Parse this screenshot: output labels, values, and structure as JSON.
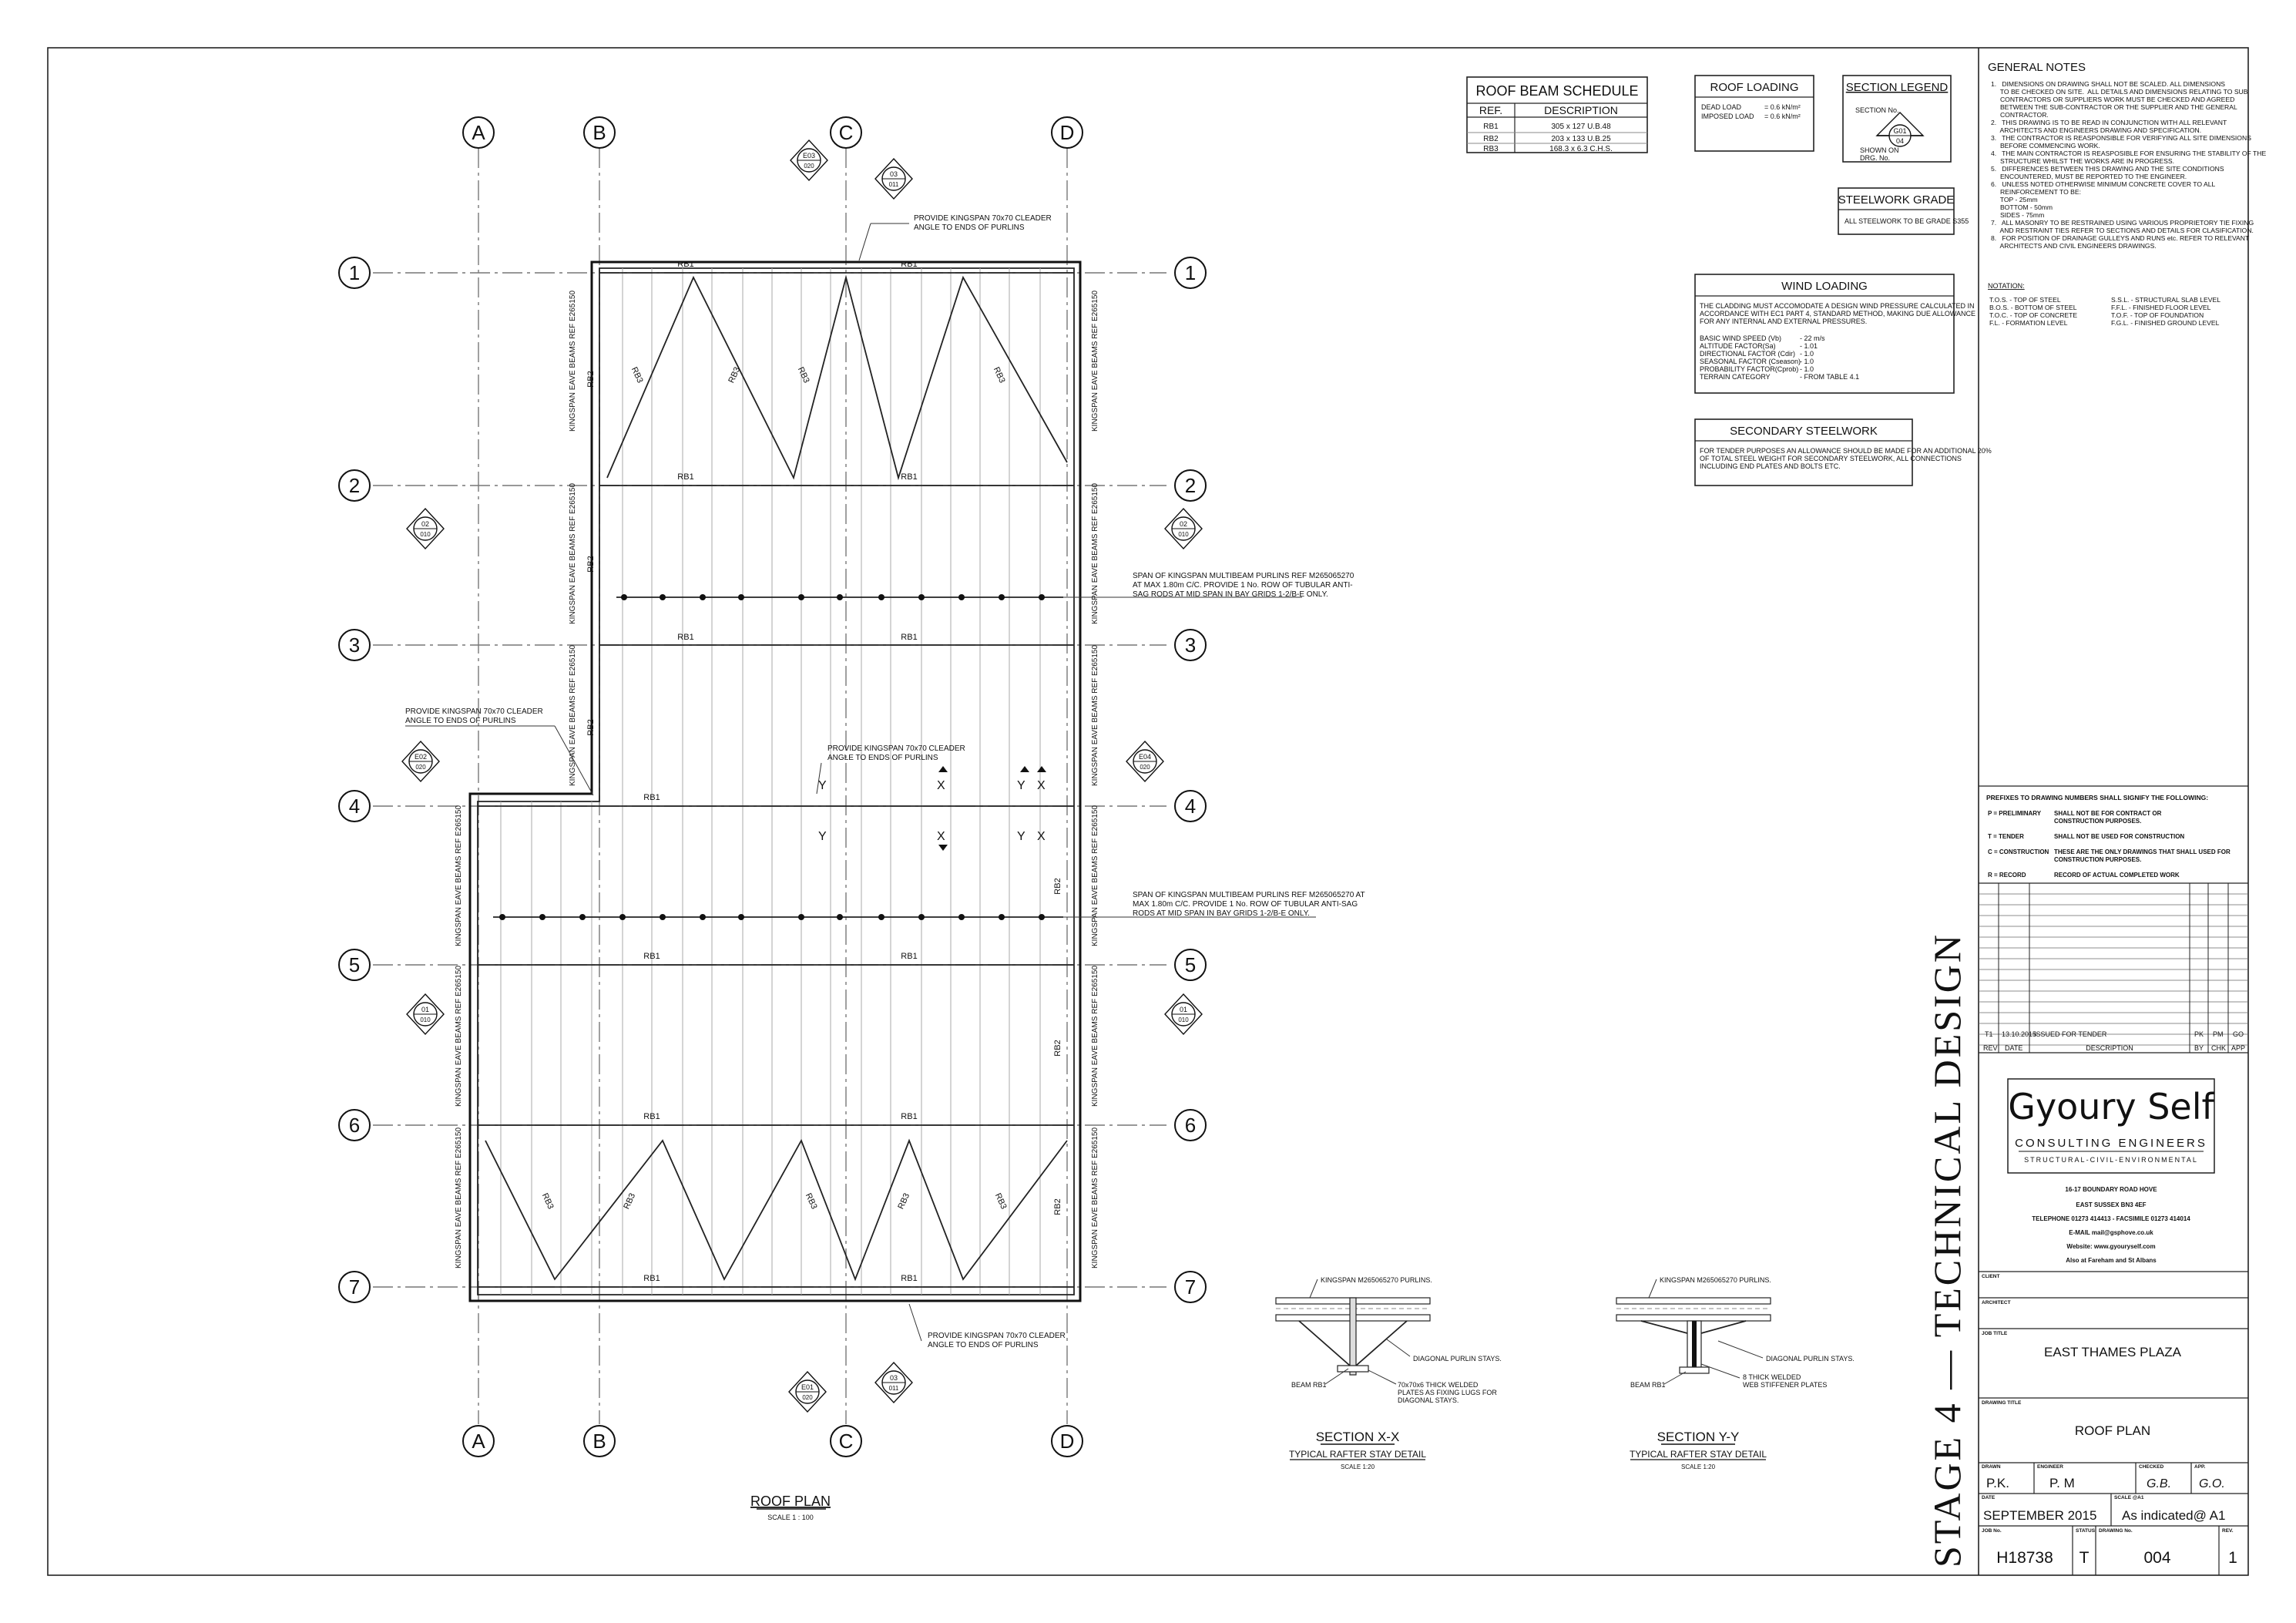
{
  "plan": {
    "grid_columns": [
      "A",
      "B",
      "C",
      "D"
    ],
    "grid_rows": [
      "1",
      "2",
      "3",
      "4",
      "5",
      "6",
      "7"
    ],
    "beam_ref_rb1": "RB1",
    "beam_ref_rb2": "RB2",
    "beam_ref_rb3": "RB3",
    "eave_beam_note": "KINGSPAN EAVE BEAMS REF E265150",
    "cleader_note_1": "PROVIDE KINGSPAN 70x70 CLEADER",
    "cleader_note_2": "ANGLE TO ENDS OF PURLINS",
    "purlin_span_a_1": "SPAN OF KINGSPAN MULTIBEAM PURLINS REF M265065270",
    "purlin_span_a_2": "AT MAX 1.80m C/C. PROVIDE 1 No. ROW OF TUBULAR ANTI-",
    "purlin_span_a_3": "SAG RODS AT MID SPAN IN BAY GRIDS 1-2/B-E ONLY.",
    "purlin_span_b_1": "SPAN OF KINGSPAN MULTIBEAM PURLINS REF M265065270 AT",
    "purlin_span_b_2": "MAX 1.80m C/C. PROVIDE 1 No. ROW OF TUBULAR ANTI-SAG",
    "purlin_span_b_3": "RODS AT MID SPAN IN BAY GRIDS 1-2/B-E ONLY.",
    "section_marks": [
      {
        "ref": "E03",
        "sheet": "020"
      },
      {
        "ref": "03",
        "sheet": "011"
      },
      {
        "ref": "02",
        "sheet": "010"
      },
      {
        "ref": "E02",
        "sheet": "020"
      },
      {
        "ref": "E04",
        "sheet": "020"
      },
      {
        "ref": "01",
        "sheet": "010"
      },
      {
        "ref": "E01",
        "sheet": "020"
      }
    ],
    "title": "ROOF PLAN",
    "scale": "SCALE 1 : 100"
  },
  "roof_beam_schedule": {
    "title": "ROOF BEAM SCHEDULE",
    "headers": [
      "REF.",
      "DESCRIPTION"
    ],
    "rows": [
      [
        "RB1",
        "305 x 127 U.B.48"
      ],
      [
        "RB2",
        "203 x 133 U.B.25"
      ],
      [
        "RB3",
        "168.3 x 6.3 C.H.S."
      ]
    ]
  },
  "roof_loading": {
    "title": "ROOF LOADING",
    "dead_label": "DEAD LOAD",
    "dead_value": "=  0.6 kN/m²",
    "imposed_label": "IMPOSED LOAD",
    "imposed_value": "=  0.6 kN/m²"
  },
  "section_legend": {
    "title": "SECTION LEGEND",
    "section_no": "SECTION No.",
    "ref": "G01",
    "drg": "04",
    "shown_on": "SHOWN ON",
    "drg_no": "DRG. No."
  },
  "steelwork_grade": {
    "title": "STEELWORK GRADE",
    "text": "ALL STEELWORK TO BE GRADE S355"
  },
  "wind_loading": {
    "title": "WIND LOADING",
    "intro": [
      "THE CLADDING MUST ACCOMODATE A DESIGN WIND PRESSURE CALCULATED IN",
      "ACCORDANCE WITH EC1 PART 4, STANDARD METHOD, MAKING DUE ALLOWANCE",
      "FOR ANY INTERNAL AND EXTERNAL PRESSURES."
    ],
    "params": [
      [
        "BASIC WIND SPEED (Vb)",
        "- 22 m/s"
      ],
      [
        "ALTITUDE FACTOR(Sa)",
        "- 1.01"
      ],
      [
        "DIRECTIONAL FACTOR (Cdir)",
        "- 1.0"
      ],
      [
        "SEASONAL FACTOR (Cseason)",
        "- 1.0"
      ],
      [
        "PROBABILITY FACTOR(Cprob)",
        "- 1.0"
      ],
      [
        "TERRAIN CATEGORY",
        "- FROM TABLE 4.1"
      ]
    ]
  },
  "secondary_steelwork": {
    "title": "SECONDARY STEELWORK",
    "lines": [
      "FOR TENDER PURPOSES AN ALLOWANCE SHOULD BE MADE FOR AN ADDITIONAL 20%",
      "OF TOTAL STEEL WEIGHT FOR SECONDARY STEELWORK, ALL CONNECTIONS",
      "INCLUDING END PLATES AND BOLTS ETC."
    ]
  },
  "section_xx": {
    "title": "SECTION X-X",
    "subtitle": "TYPICAL RAFTER STAY DETAIL",
    "scale": "SCALE 1:20",
    "purlins": "KINGSPAN M265065270 PURLINS.",
    "stays": "DIAGONAL PURLIN STAYS.",
    "beam": "BEAM RB1",
    "plates_1": "70x70x6 THICK WELDED",
    "plates_2": "PLATES AS FIXING LUGS FOR",
    "plates_3": "DIAGONAL STAYS."
  },
  "section_yy": {
    "title": "SECTION Y-Y",
    "subtitle": "TYPICAL RAFTER STAY DETAIL",
    "scale": "SCALE 1:20",
    "purlins": "KINGSPAN M265065270 PURLINS.",
    "stays": "DIAGONAL PURLIN STAYS.",
    "beam": "BEAM RB1",
    "plates_1": "8 THICK WELDED",
    "plates_2": "WEB STIFFENER PLATES"
  },
  "general_notes": {
    "title": "GENERAL NOTES",
    "lines": [
      "1.   DIMENSIONS ON DRAWING SHALL NOT BE SCALED. ALL DIMENSIONS",
      "     TO BE CHECKED ON SITE.  ALL DETAILS AND DIMENSIONS RELATING TO SUB",
      "     CONTRACTORS OR SUPPLIERS WORK MUST BE CHECKED AND AGREED",
      "     BETWEEN THE SUB-CONTRACTOR OR THE SUPPLIER AND THE GENERAL",
      "     CONTRACTOR.",
      "2.   THIS DRAWING IS TO BE READ IN CONJUNCTION WITH ALL RELEVANT",
      "     ARCHITECTS AND ENGINEERS DRAWING AND SPECIFICATION.",
      "3.   THE CONTRACTOR IS REASPONSIBLE FOR VERIFYING ALL SITE DIMENSIONS",
      "     BEFORE COMMENCING WORK.",
      "4.   THE MAIN CONTRACTOR IS REASPOSIBLE FOR ENSURING THE STABILITY OF THE",
      "     STRUCTURE WHILST THE WORKS ARE IN PROGRESS.",
      "5.   DIFFERENCES BETWEEN THIS DRAWING AND THE SITE CONDITIONS",
      "     ENCOUNTERED, MUST BE REPORTED TO THE ENGINEER.",
      "6.   UNLESS NOTED OTHERWISE MINIMUM CONCRETE COVER TO ALL",
      "     REINFORCEMENT TO BE:",
      "     TOP - 25mm",
      "     BOTTOM - 50mm",
      "     SIDES - 75mm",
      "7.   ALL MASONRY TO BE RESTRAINED USING VARIOUS PROPRIETORY TIE FIXING",
      "     AND RESTRAINT TIES REFER TO SECTIONS AND DETAILS FOR CLASIFICATION.",
      "8.   FOR POSITION OF DRAINAGE GULLEYS AND RUNS etc. REFER TO RELEVANT",
      "     ARCHITECTS AND CIVIL ENGINEERS DRAWINGS."
    ],
    "notation_title": "NOTATION:",
    "notation": [
      [
        "T.O.S. - TOP OF STEEL",
        "S.S.L. - STRUCTURAL SLAB LEVEL"
      ],
      [
        "B.O.S. - BOTTOM OF STEEL",
        "F.F.L. - FINISHED FLOOR LEVEL"
      ],
      [
        "T.O.C. - TOP OF CONCRETE",
        "T.O.F. - TOP OF FOUNDATION"
      ],
      [
        "F.L. - FORMATION LEVEL",
        "F.G.L. - FINISHED GROUND LEVEL"
      ]
    ]
  },
  "prefixes": {
    "title": "PREFIXES TO DRAWING NUMBERS SHALL SIGNIFY THE FOLLOWING:",
    "items": [
      [
        "P = PRELIMINARY",
        "SHALL NOT BE FOR CONTRACT OR",
        "CONSTRUCTION PURPOSES."
      ],
      [
        "T = TENDER",
        "SHALL NOT BE USED FOR CONSTRUCTION",
        ""
      ],
      [
        "C = CONSTRUCTION",
        "THESE ARE THE ONLY DRAWINGS THAT SHALL USED  FOR",
        "CONSTRUCTION PURPOSES."
      ],
      [
        "R = RECORD",
        "RECORD OF ACTUAL COMPLETED WORK",
        ""
      ]
    ]
  },
  "revisions": {
    "row": {
      "rev": "T1",
      "date": "13.10.2015",
      "desc": "ISSUED FOR TENDER",
      "by": "PK",
      "chk": "PM",
      "app": "GO"
    },
    "headers": {
      "rev": "REV",
      "date": "DATE",
      "desc": "DESCRIPTION",
      "by": "BY",
      "chk": "CHK",
      "app": "APP"
    }
  },
  "firm": {
    "logo_name": "Gyoury Self",
    "logo_sub": "CONSULTING ENGINEERS",
    "logo_tag": "STRUCTURAL-CIVIL-ENVIRONMENTAL",
    "address": [
      "16-17 BOUNDARY ROAD HOVE",
      "EAST SUSSEX BN3 4EF",
      "TELEPHONE 01273 414413 - FACSIMILE 01273 414014",
      "E-MAIL mail@gsphove.co.uk",
      "Website: www.gyouryself.com",
      "Also at Fareham and St Albans"
    ]
  },
  "title_block": {
    "client_label": "CLIENT",
    "architect_label": "ARCHITECT",
    "job_title_label": "JOB TITLE",
    "job_title": "EAST THAMES PLAZA",
    "drawing_title_label": "DRAWING TITLE",
    "drawing_title": "ROOF PLAN",
    "drawn_label": "DRAWN",
    "drawn": "P.K.",
    "engineer_label": "ENGINEER",
    "engineer": "P. M",
    "checked_label": "CHECKED",
    "checked": "G.B.",
    "app_label": "APP.",
    "app": "G.O.",
    "date_label": "DATE",
    "date": "SEPTEMBER 2015",
    "scale_label": "SCALE @A1",
    "scale": "As indicated@ A1",
    "job_no_label": "JOB No.",
    "job_no": "H18738",
    "status_label": "STATUS",
    "status": "T",
    "drawing_no_label": "DRAWING No.",
    "drawing_no": "004",
    "rev_label": "REV.",
    "rev": "1"
  },
  "stage": "STAGE 4  —  TECHNICAL DESIGN"
}
